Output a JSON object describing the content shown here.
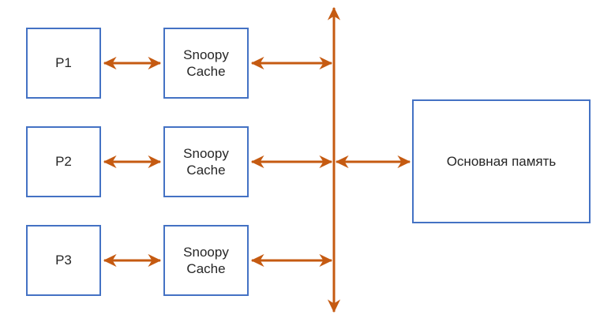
{
  "diagram": {
    "title": "Snoopy cache coherence bus diagram",
    "background_color": "#FFFFFF",
    "box_border_color": "#4472C4",
    "arrow_color": "#C55A11",
    "text_color": "#262626"
  },
  "processors": [
    {
      "label": "P1"
    },
    {
      "label": "P2"
    },
    {
      "label": "P3"
    }
  ],
  "caches": [
    {
      "line1": "Snoopy",
      "line2": "Cache"
    },
    {
      "line1": "Snoopy",
      "line2": "Cache"
    },
    {
      "line1": "Snoopy",
      "line2": "Cache"
    }
  ],
  "memory": {
    "label": "Основная память"
  },
  "bus": {
    "name": "system-bus",
    "orientation": "vertical",
    "arrowheads": "both"
  },
  "connections": [
    {
      "from": "P1",
      "to": "Snoopy Cache 1",
      "style": "double-arrow"
    },
    {
      "from": "Snoopy Cache 1",
      "to": "Bus",
      "style": "double-arrow"
    },
    {
      "from": "P2",
      "to": "Snoopy Cache 2",
      "style": "double-arrow"
    },
    {
      "from": "Snoopy Cache 2",
      "to": "Bus",
      "style": "double-arrow"
    },
    {
      "from": "Bus",
      "to": "Основная память",
      "style": "double-arrow"
    },
    {
      "from": "P3",
      "to": "Snoopy Cache 3",
      "style": "double-arrow"
    },
    {
      "from": "Snoopy Cache 3",
      "to": "Bus",
      "style": "double-arrow"
    }
  ]
}
